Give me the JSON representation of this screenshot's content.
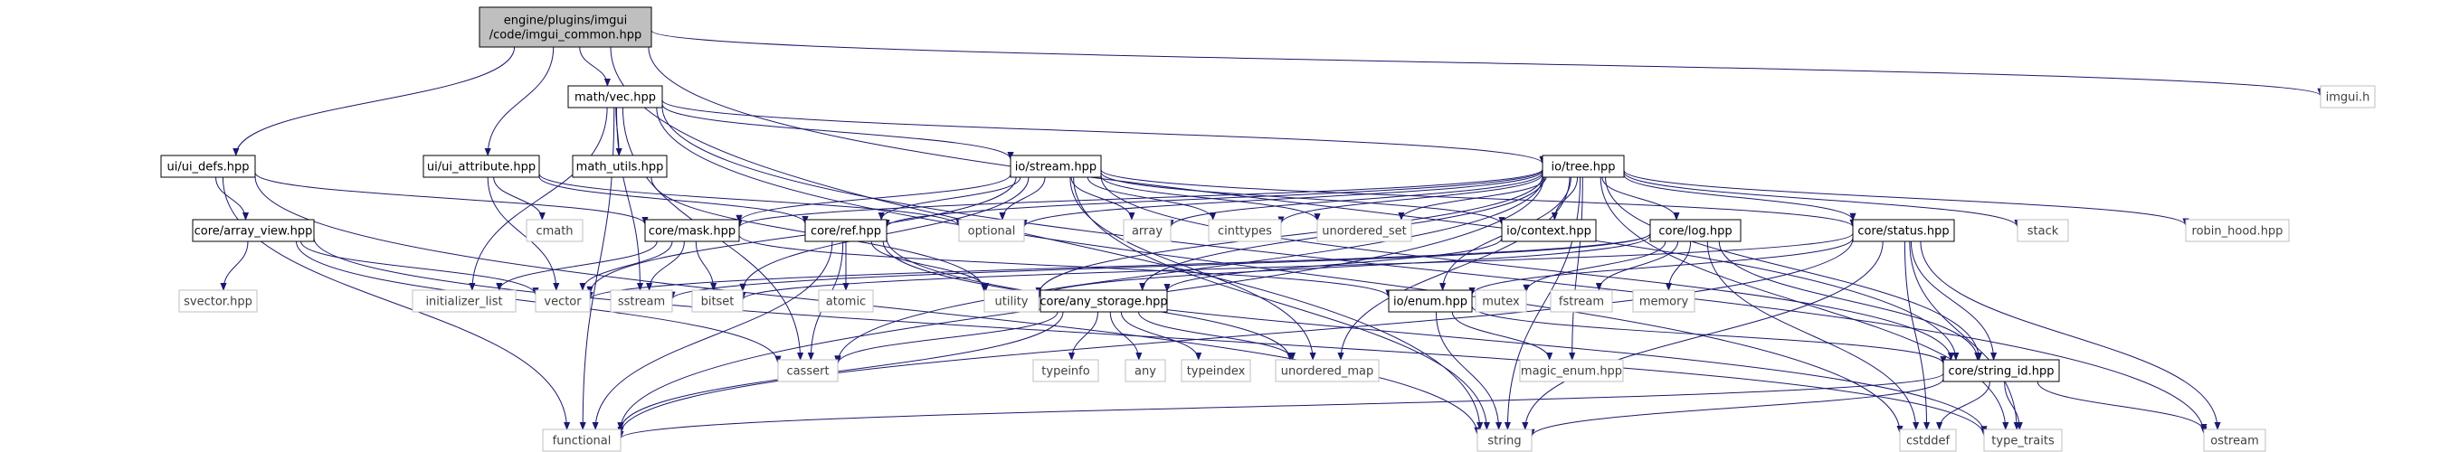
{
  "style": {
    "edge_color": "#191970",
    "node_border_dark": "#000000",
    "node_border_light": "#bfbfbf",
    "node_fill": "#ffffff",
    "root_fill": "#bfbfbf",
    "text_dark": "#000000",
    "text_light": "#3f3f3f"
  },
  "nodes": [
    {
      "id": "root",
      "lines": [
        "engine/plugins/imgui",
        "/code/imgui_common.hpp"
      ],
      "kind": "root"
    },
    {
      "id": "vec",
      "lines": [
        "math/vec.hpp"
      ],
      "kind": "local"
    },
    {
      "id": "imgui_h",
      "lines": [
        "imgui.h"
      ],
      "kind": "external"
    },
    {
      "id": "ui_defs",
      "lines": [
        "ui/ui_defs.hpp"
      ],
      "kind": "local"
    },
    {
      "id": "ui_attr",
      "lines": [
        "ui/ui_attribute.hpp"
      ],
      "kind": "local"
    },
    {
      "id": "math_utils",
      "lines": [
        "math_utils.hpp"
      ],
      "kind": "local"
    },
    {
      "id": "stream",
      "lines": [
        "io/stream.hpp"
      ],
      "kind": "local"
    },
    {
      "id": "tree",
      "lines": [
        "io/tree.hpp"
      ],
      "kind": "local"
    },
    {
      "id": "array_view",
      "lines": [
        "core/array_view.hpp"
      ],
      "kind": "local"
    },
    {
      "id": "mask",
      "lines": [
        "core/mask.hpp"
      ],
      "kind": "local"
    },
    {
      "id": "ref",
      "lines": [
        "core/ref.hpp"
      ],
      "kind": "local"
    },
    {
      "id": "context",
      "lines": [
        "io/context.hpp"
      ],
      "kind": "local"
    },
    {
      "id": "log",
      "lines": [
        "core/log.hpp"
      ],
      "kind": "local"
    },
    {
      "id": "status",
      "lines": [
        "core/status.hpp"
      ],
      "kind": "local"
    },
    {
      "id": "any_storage",
      "lines": [
        "core/any_storage.hpp"
      ],
      "kind": "local"
    },
    {
      "id": "enum",
      "lines": [
        "io/enum.hpp"
      ],
      "kind": "local"
    },
    {
      "id": "string_id",
      "lines": [
        "core/string_id.hpp"
      ],
      "kind": "local"
    },
    {
      "id": "cmath",
      "lines": [
        "cmath"
      ],
      "kind": "external"
    },
    {
      "id": "optional",
      "lines": [
        "optional"
      ],
      "kind": "external"
    },
    {
      "id": "array",
      "lines": [
        "array"
      ],
      "kind": "external"
    },
    {
      "id": "cinttypes",
      "lines": [
        "cinttypes"
      ],
      "kind": "external"
    },
    {
      "id": "unordered_set",
      "lines": [
        "unordered_set"
      ],
      "kind": "external"
    },
    {
      "id": "stack",
      "lines": [
        "stack"
      ],
      "kind": "external"
    },
    {
      "id": "robin_hood",
      "lines": [
        "robin_hood.hpp"
      ],
      "kind": "external"
    },
    {
      "id": "svector",
      "lines": [
        "svector.hpp"
      ],
      "kind": "external"
    },
    {
      "id": "initializer_list",
      "lines": [
        "initializer_list"
      ],
      "kind": "external"
    },
    {
      "id": "vector",
      "lines": [
        "vector"
      ],
      "kind": "external"
    },
    {
      "id": "sstream",
      "lines": [
        "sstream"
      ],
      "kind": "external"
    },
    {
      "id": "bitset",
      "lines": [
        "bitset"
      ],
      "kind": "external"
    },
    {
      "id": "atomic",
      "lines": [
        "atomic"
      ],
      "kind": "external"
    },
    {
      "id": "utility",
      "lines": [
        "utility"
      ],
      "kind": "external"
    },
    {
      "id": "mutex",
      "lines": [
        "mutex"
      ],
      "kind": "external"
    },
    {
      "id": "fstream",
      "lines": [
        "fstream"
      ],
      "kind": "external"
    },
    {
      "id": "memory",
      "lines": [
        "memory"
      ],
      "kind": "external"
    },
    {
      "id": "typeinfo",
      "lines": [
        "typeinfo"
      ],
      "kind": "external"
    },
    {
      "id": "any",
      "lines": [
        "any"
      ],
      "kind": "external"
    },
    {
      "id": "typeindex",
      "lines": [
        "typeindex"
      ],
      "kind": "external"
    },
    {
      "id": "cassert",
      "lines": [
        "cassert"
      ],
      "kind": "external"
    },
    {
      "id": "unordered_map",
      "lines": [
        "unordered_map"
      ],
      "kind": "external"
    },
    {
      "id": "magic_enum",
      "lines": [
        "magic_enum.hpp"
      ],
      "kind": "external"
    },
    {
      "id": "functional",
      "lines": [
        "functional"
      ],
      "kind": "external"
    },
    {
      "id": "string",
      "lines": [
        "string"
      ],
      "kind": "external"
    },
    {
      "id": "cstddef",
      "lines": [
        "cstddef"
      ],
      "kind": "external"
    },
    {
      "id": "type_traits",
      "lines": [
        "type_traits"
      ],
      "kind": "external"
    },
    {
      "id": "ostream",
      "lines": [
        "ostream"
      ],
      "kind": "external"
    }
  ],
  "edges": [
    [
      "root",
      "vec"
    ],
    [
      "root",
      "imgui_h"
    ],
    [
      "root",
      "ui_defs"
    ],
    [
      "root",
      "ui_attr"
    ],
    [
      "root",
      "string_id"
    ],
    [
      "root",
      "string"
    ],
    [
      "vec",
      "math_utils"
    ],
    [
      "vec",
      "stream"
    ],
    [
      "vec",
      "tree"
    ],
    [
      "vec",
      "initializer_list"
    ],
    [
      "vec",
      "sstream"
    ],
    [
      "vec",
      "cassert"
    ],
    [
      "vec",
      "functional"
    ],
    [
      "vec",
      "ostream"
    ],
    [
      "vec",
      "cstddef"
    ],
    [
      "ui_defs",
      "mask"
    ],
    [
      "ui_defs",
      "array_view"
    ],
    [
      "ui_defs",
      "functional"
    ],
    [
      "ui_defs",
      "string"
    ],
    [
      "ui_attr",
      "ref"
    ],
    [
      "ui_attr",
      "optional"
    ],
    [
      "ui_attr",
      "cmath"
    ],
    [
      "ui_attr",
      "vector"
    ],
    [
      "math_utils",
      "utility"
    ],
    [
      "stream",
      "mask"
    ],
    [
      "stream",
      "ref"
    ],
    [
      "stream",
      "status"
    ],
    [
      "stream",
      "optional"
    ],
    [
      "stream",
      "array"
    ],
    [
      "stream",
      "cinttypes"
    ],
    [
      "stream",
      "unordered_set"
    ],
    [
      "stream",
      "context"
    ],
    [
      "stream",
      "vector"
    ],
    [
      "stream",
      "bitset"
    ],
    [
      "stream",
      "string"
    ],
    [
      "stream",
      "unordered_map"
    ],
    [
      "stream",
      "string_id"
    ],
    [
      "tree",
      "mask"
    ],
    [
      "tree",
      "ref"
    ],
    [
      "tree",
      "context"
    ],
    [
      "tree",
      "log"
    ],
    [
      "tree",
      "status"
    ],
    [
      "tree",
      "optional"
    ],
    [
      "tree",
      "array"
    ],
    [
      "tree",
      "cinttypes"
    ],
    [
      "tree",
      "unordered_set"
    ],
    [
      "tree",
      "stack"
    ],
    [
      "tree",
      "robin_hood"
    ],
    [
      "tree",
      "any_storage"
    ],
    [
      "tree",
      "enum"
    ],
    [
      "tree",
      "string_id"
    ],
    [
      "tree",
      "utility"
    ],
    [
      "tree",
      "cassert"
    ],
    [
      "tree",
      "unordered_map"
    ],
    [
      "tree",
      "magic_enum"
    ],
    [
      "tree",
      "type_traits"
    ],
    [
      "tree",
      "functional"
    ],
    [
      "tree",
      "string"
    ],
    [
      "array_view",
      "svector"
    ],
    [
      "array_view",
      "vector"
    ],
    [
      "array_view",
      "cassert"
    ],
    [
      "array_view",
      "type_traits"
    ],
    [
      "mask",
      "initializer_list"
    ],
    [
      "mask",
      "vector"
    ],
    [
      "mask",
      "sstream"
    ],
    [
      "mask",
      "bitset"
    ],
    [
      "mask",
      "enum"
    ],
    [
      "ref",
      "atomic"
    ],
    [
      "ref",
      "utility"
    ],
    [
      "ref",
      "cassert"
    ],
    [
      "ref",
      "functional"
    ],
    [
      "ref",
      "type_traits"
    ],
    [
      "ref",
      "unordered_map"
    ],
    [
      "context",
      "any_storage"
    ],
    [
      "log",
      "vector"
    ],
    [
      "log",
      "sstream"
    ],
    [
      "log",
      "utility"
    ],
    [
      "log",
      "mutex"
    ],
    [
      "log",
      "fstream"
    ],
    [
      "log",
      "memory"
    ],
    [
      "log",
      "string_id"
    ],
    [
      "log",
      "cstddef"
    ],
    [
      "status",
      "bitset"
    ],
    [
      "status",
      "enum"
    ],
    [
      "status",
      "string_id"
    ],
    [
      "status",
      "cstddef"
    ],
    [
      "status",
      "type_traits"
    ],
    [
      "status",
      "ostream"
    ],
    [
      "status",
      "string"
    ],
    [
      "status",
      "functional"
    ],
    [
      "any_storage",
      "typeinfo"
    ],
    [
      "any_storage",
      "any"
    ],
    [
      "any_storage",
      "typeindex"
    ],
    [
      "any_storage",
      "cassert"
    ],
    [
      "any_storage",
      "unordered_map"
    ],
    [
      "any_storage",
      "functional"
    ],
    [
      "enum",
      "string_id"
    ],
    [
      "enum",
      "magic_enum"
    ],
    [
      "enum",
      "string"
    ],
    [
      "string_id",
      "string"
    ],
    [
      "string_id",
      "cstddef"
    ],
    [
      "string_id",
      "type_traits"
    ],
    [
      "string_id",
      "ostream"
    ],
    [
      "string_id",
      "functional"
    ]
  ]
}
